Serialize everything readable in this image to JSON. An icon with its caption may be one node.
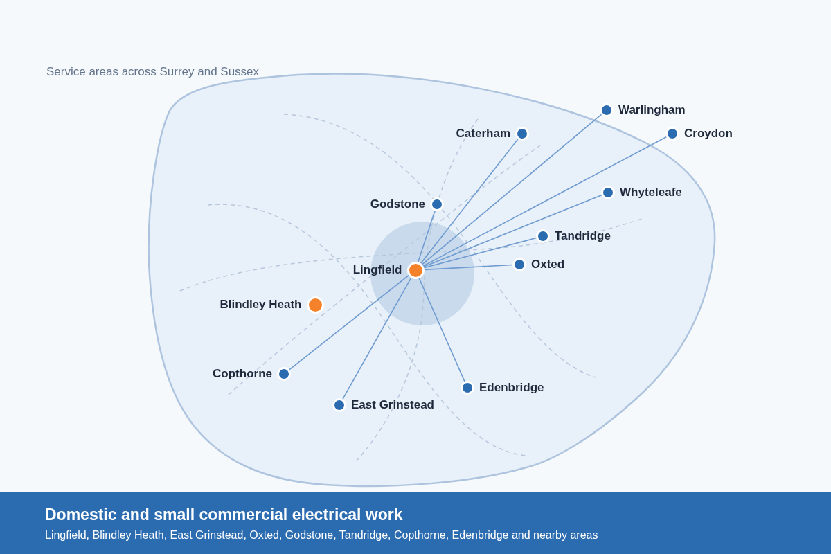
{
  "diagram": {
    "nodes": [
      {
        "text": [
          "Croydon"
        ]
      },
      {
        "text": [
          "Warlingham"
        ]
      },
      {
        "text": [
          "Caterham"
        ]
      },
      {
        "text": [
          "Whyteleafe"
        ]
      },
      {
        "text": [
          "Tandridge"
        ]
      },
      {
        "text": [
          "Godstone"
        ]
      },
      {
        "text": [
          "Oxted"
        ]
      },
      {
        "text": [
          "Lingfield"
        ]
      },
      {
        "text": [
          "Blindley Heath"
        ]
      },
      {
        "text": [
          "Copthorne"
        ]
      },
      {
        "text": [
          "Edenbridge"
        ]
      },
      {
        "text": [
          "East Grinstead"
        ]
      },
      {
        "text": [
          "Domestic and small commercial electrical work",
          "Lingfield, Blindley Heath, East Grinstead, Oxted, Godstone, Tandridge, Copthorne, Edenbridge and nearby areas"
        ]
      }
    ],
    "edges": [
      {
        "from": 7,
        "to": 5,
        "arrow": "none"
      },
      {
        "from": 7,
        "to": 4,
        "arrow": "none"
      },
      {
        "from": 7,
        "to": 2,
        "arrow": "none"
      },
      {
        "from": 7,
        "to": 1,
        "arrow": "none"
      },
      {
        "from": 7,
        "to": 0,
        "arrow": "none"
      },
      {
        "from": 7,
        "to": 3,
        "arrow": "none"
      },
      {
        "from": 7,
        "to": 6,
        "arrow": "none"
      },
      {
        "from": 7,
        "to": 9,
        "arrow": "none"
      },
      {
        "from": 7,
        "to": 11,
        "arrow": "none"
      },
      {
        "from": 7,
        "to": 10,
        "arrow": "none"
      }
    ],
    "labels": [
      "Service areas across Surrey and Sussex"
    ]
  }
}
